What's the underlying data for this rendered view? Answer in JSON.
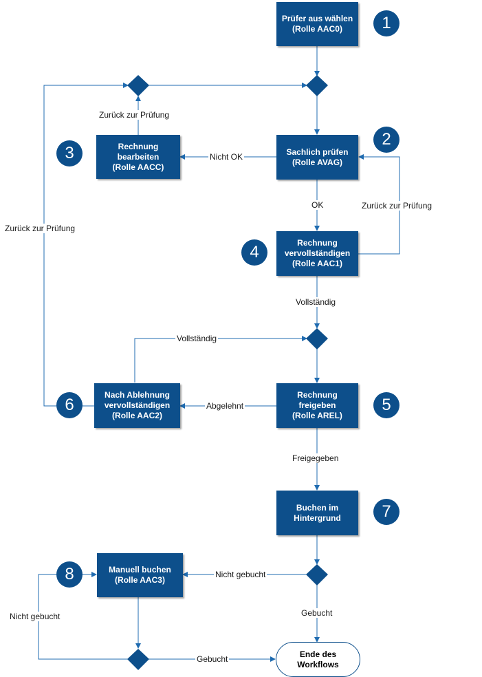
{
  "colors": {
    "box": "#0d4f8b",
    "line": "#1f6bb0",
    "text_on_box": "#ffffff"
  },
  "nodes": {
    "pruefer": "Prüfer aus wählen\n(Rolle AAC0)",
    "sachlich": "Sachlich prüfen\n(Rolle AVAG)",
    "bearbeiten": "Rechnung\nbearbeiten\n(Rolle AACC)",
    "vervollstaendigen": "Rechnung\nvervollständigen\n(Rolle AAC1)",
    "freigeben": "Rechnung\nfreigeben\n(Rolle AREL)",
    "ablehnung": "Nach Ablehnung\nvervollständigen\n(Rolle AAC2)",
    "buchen": "Buchen im\nHintergrund",
    "manuell": "Manuell buchen\n(Rolle AAC3)",
    "ende": "Ende des\nWorkflows"
  },
  "numbers": [
    "1",
    "2",
    "3",
    "4",
    "5",
    "6",
    "7",
    "8"
  ],
  "edge_labels": {
    "zurueck_3": "Zurück zur Prüfung",
    "nicht_ok": "Nicht OK",
    "ok": "OK",
    "zurueck_4": "Zurück zur Prüfung",
    "zurueck_6": "Zurück zur Prüfung",
    "vollstaendig_1": "Vollständig",
    "vollstaendig_2": "Vollständig",
    "abgelehnt": "Abgelehnt",
    "freigegeben": "Freigegeben",
    "nicht_gebucht_1": "Nicht gebucht",
    "gebucht_1": "Gebucht",
    "nicht_gebucht_2": "Nicht gebucht",
    "gebucht_2": "Gebucht"
  }
}
